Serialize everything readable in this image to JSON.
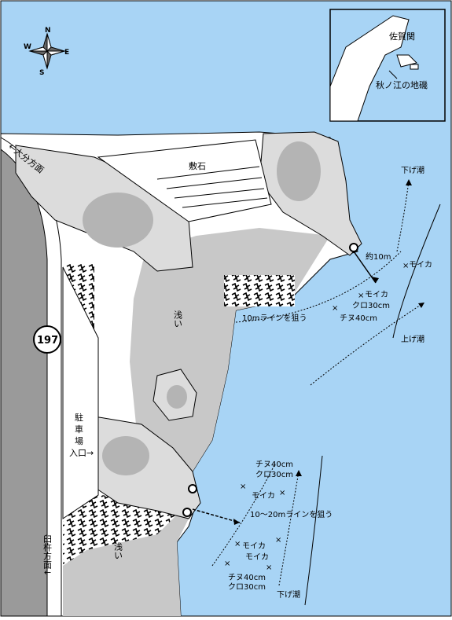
{
  "compass": {
    "n": "N",
    "s": "S",
    "e": "E",
    "w": "W"
  },
  "inset": {
    "label_sagaseki": "佐賀関",
    "label_akinoe": "秋ノ江の地磯"
  },
  "labels": {
    "shikiishi": "敷石",
    "asai_upper": "浅い",
    "asai_lower": "浅い",
    "parking_1": "駐",
    "parking_2": "車",
    "parking_3": "場",
    "parking_entrance": "入口→",
    "route_number": "197",
    "to_oita": "←大分方面",
    "to_usuki": "臼杵方面↓"
  },
  "upper_spot": {
    "distance": "約10m",
    "aim_line": "10mラインを狙う",
    "target_1": "モイカ",
    "target_2": "モイカ",
    "target_3": "クロ30cm",
    "target_4": "チヌ40cm",
    "current_down": "下げ潮",
    "current_up": "上げ潮"
  },
  "lower_spot": {
    "target_a1": "チヌ40cm",
    "target_a2": "クロ30cm",
    "target_b": "モイカ",
    "aim_line": "10〜20mラインを狙う",
    "target_c1": "モイカ",
    "target_c2": "モイカ",
    "target_d1": "チヌ40cm",
    "target_d2": "クロ30cm",
    "current_down": "下げ潮"
  },
  "colors": {
    "sea": "#a8d4f5",
    "land": "#ffffff",
    "rock": "#dcdcdc",
    "shallow": "#c8c8c8",
    "road": "#9a9a9a"
  }
}
